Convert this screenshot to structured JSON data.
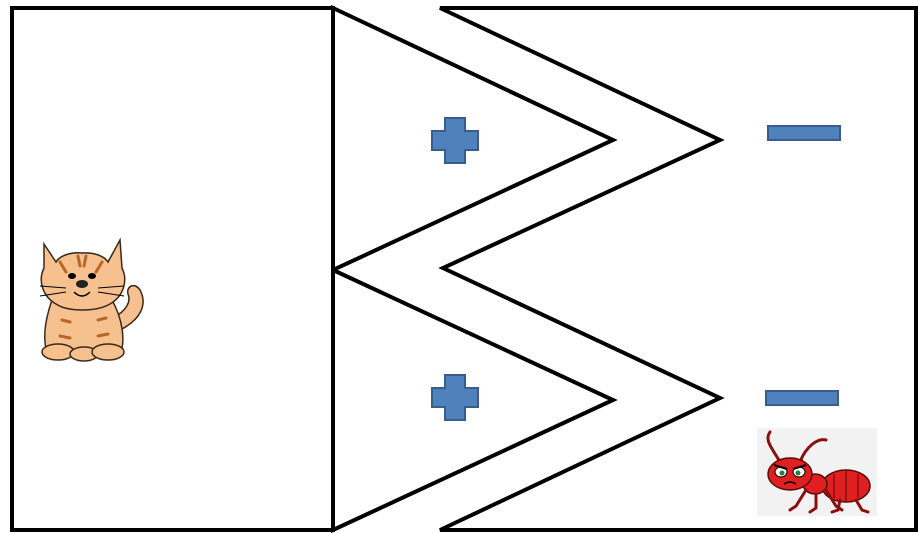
{
  "colors": {
    "outline": "#000000",
    "background": "#ffffff",
    "symbol_fill": "#4f81bd",
    "symbol_stroke": "#385d8a",
    "cat_fur": "#f6c08f",
    "cat_stripe": "#b8672a",
    "ant_red": "#e02020",
    "ant_dark": "#8a0f0f"
  },
  "icons": {
    "cat": "cartoon-cat",
    "ant": "angry-ant",
    "plus": "plus-sign",
    "minus": "minus-sign"
  }
}
